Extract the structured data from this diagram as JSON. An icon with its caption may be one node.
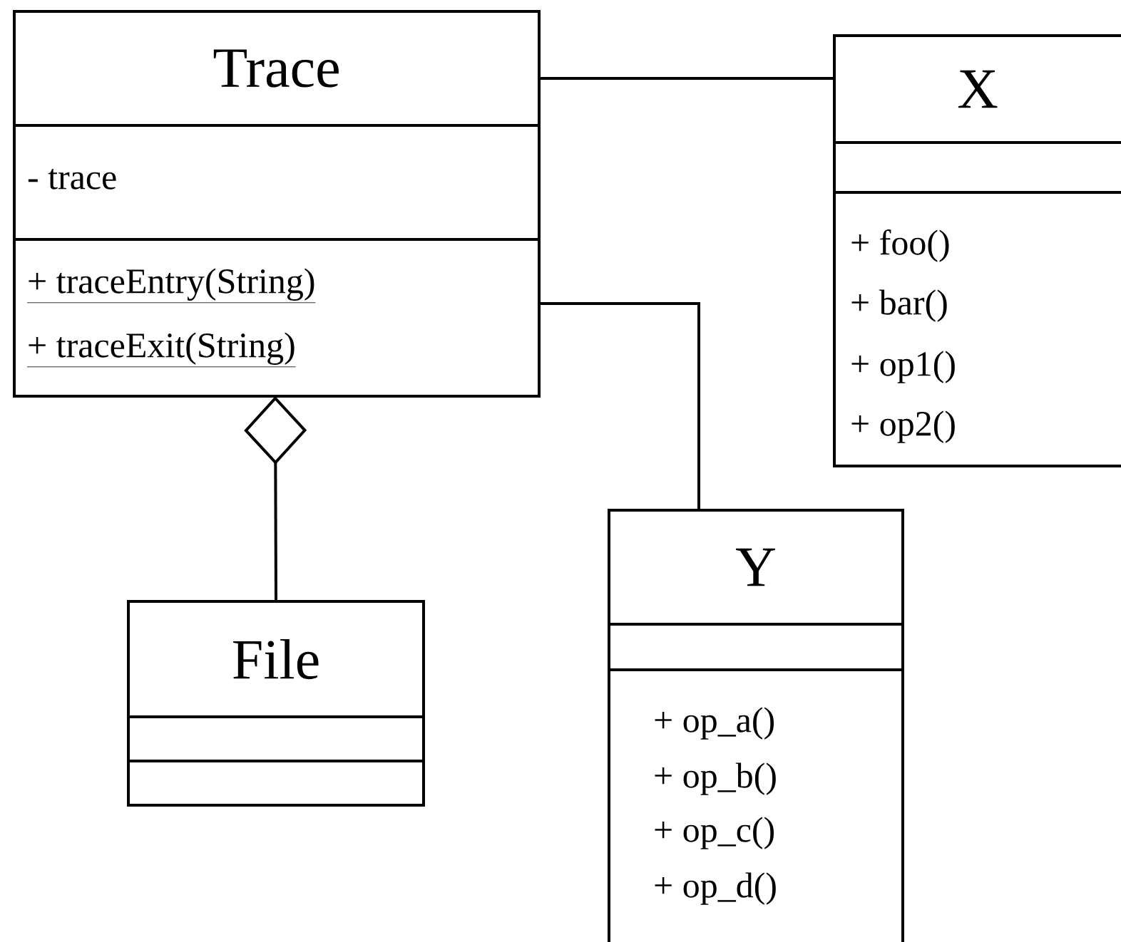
{
  "diagram": {
    "nodes": [
      {
        "text": [
          "Trace",
          "- trace",
          "+ traceEntry(String)",
          "+ traceExit(String)"
        ]
      },
      {
        "text": [
          "X",
          "+ foo()",
          "+ bar()",
          "+ op1()",
          "+ op2()"
        ]
      },
      {
        "text": [
          "Y",
          "+ op_a()",
          "+ op_b()",
          "+ op_c()",
          "+ op_d()"
        ]
      },
      {
        "text": [
          "File"
        ]
      }
    ],
    "edges": [
      {
        "from": 0,
        "to": 1,
        "arrow": "none"
      },
      {
        "from": 0,
        "to": 2,
        "arrow": "none"
      },
      {
        "from": 3,
        "to": 0,
        "arrow": "other"
      }
    ]
  }
}
